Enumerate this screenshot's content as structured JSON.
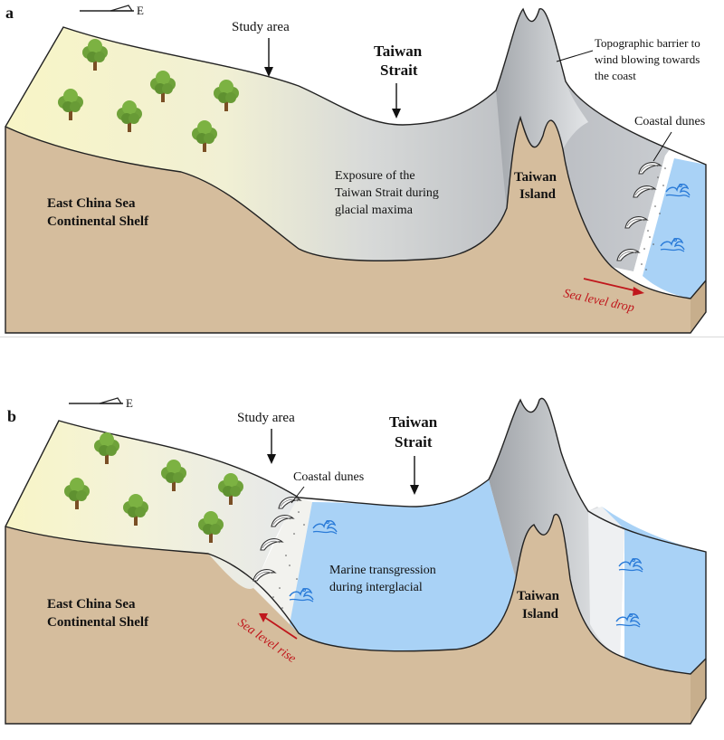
{
  "panel_a": {
    "panel_label": "a",
    "compass": "E",
    "study_area": "Study area",
    "strait_line1": "Taiwan",
    "strait_line2": "Strait",
    "barrier_line1": "Topographic barrier to",
    "barrier_line2": "wind blowing towards",
    "barrier_line3": "the coast",
    "coastal_dunes": "Coastal dunes",
    "exposure_line1": "Exposure of  the",
    "exposure_line2": "Taiwan Strait during",
    "exposure_line3": "glacial maxima",
    "island_line1": "Taiwan",
    "island_line2": "Island",
    "shelf_line1": "East China Sea",
    "shelf_line2": "Continental Shelf",
    "sea_level": "Sea level drop"
  },
  "panel_b": {
    "panel_label": "b",
    "compass": "E",
    "study_area": "Study area",
    "strait_line1": "Taiwan",
    "strait_line2": "Strait",
    "coastal_dunes": "Coastal dunes",
    "transgression_line1": "Marine transgression",
    "transgression_line2": "during interglacial",
    "island_line1": "Taiwan",
    "island_line2": "Island",
    "shelf_line1": "East China Sea",
    "shelf_line2": "Continental Shelf",
    "sea_level": "Sea level rise"
  },
  "colors": {
    "ground": "#d5bd9d",
    "land_yellow": "#fbf6c9",
    "land_grey": "#c3c6c9",
    "sea": "#a9d2f6",
    "sea_label": "#c0171c",
    "tree": "#6fa23a",
    "trunk": "#7a4f25"
  }
}
